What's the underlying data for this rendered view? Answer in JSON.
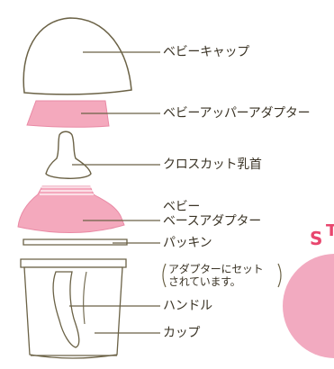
{
  "labels": {
    "baby_cap": "ベビーキャップ",
    "baby_upper_adapter": "ベビーアッパーアダプター",
    "cross_cut_nipple": "クロスカット乳首",
    "baby_base_adapter_line1": "ベビー",
    "baby_base_adapter_line2": "ベースアダプター",
    "packing": "パッキン",
    "packing_note_line1": "アダプターにセット",
    "packing_note_line2": "されています。",
    "handle": "ハンドル",
    "cup": "カップ"
  },
  "colors": {
    "outline": "#6b6246",
    "pink": "#f4a9bd",
    "pink_dark": "#ee8fa9",
    "accent_pink": "#f2aac0",
    "accent_text": "#e8466e"
  }
}
